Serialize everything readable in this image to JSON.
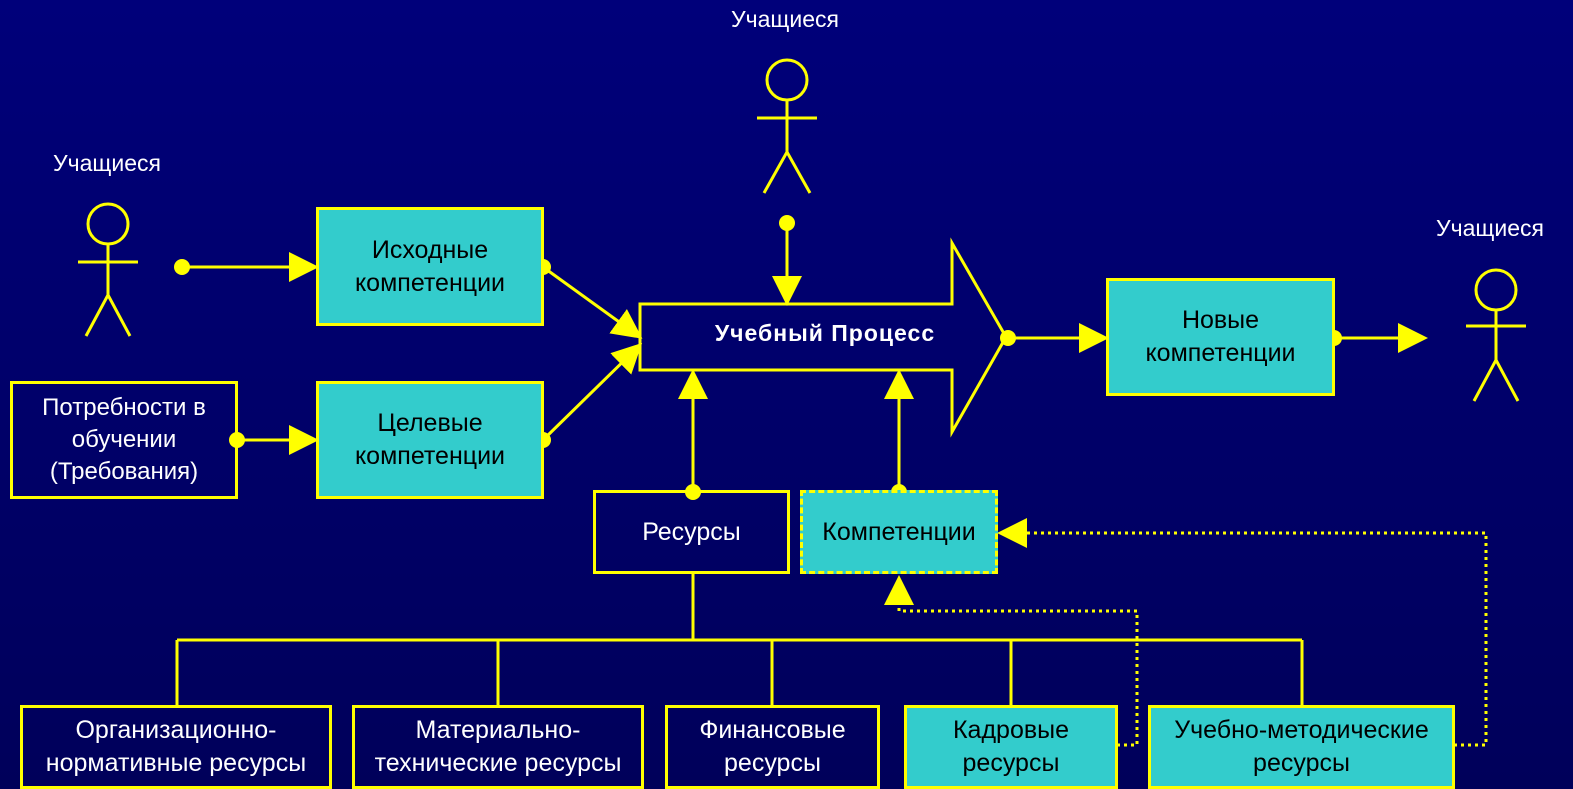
{
  "colors": {
    "background": "#00006e",
    "line": "#ffff00",
    "box_fill": "#33cccc",
    "box_text": "#000000",
    "label_text": "#ffffff"
  },
  "actors": {
    "learners_top": "Учащиеся",
    "learners_left": "Учащиеся",
    "learners_right": "Учащиеся"
  },
  "boxes": {
    "initial_competences": [
      "Исходные",
      "компетенции"
    ],
    "target_competences": [
      "Целевые",
      "компетенции"
    ],
    "learning_needs": [
      "Потребности в",
      "обучении",
      "(Требования)"
    ],
    "learning_process": "Учебный Процесс",
    "new_competences": [
      "Новые",
      "компетенции"
    ],
    "resources": "Ресурсы",
    "competences": "Компетенции",
    "org_normative": [
      "Организационно-",
      "нормативные ресурсы"
    ],
    "material_technical": [
      "Материально-",
      "технические ресурсы"
    ],
    "financial": [
      "Финансовые",
      "ресурсы"
    ],
    "personnel": [
      "Кадровые",
      "ресурсы"
    ],
    "educational_methodical": [
      "Учебно-методические",
      "ресурсы"
    ]
  }
}
